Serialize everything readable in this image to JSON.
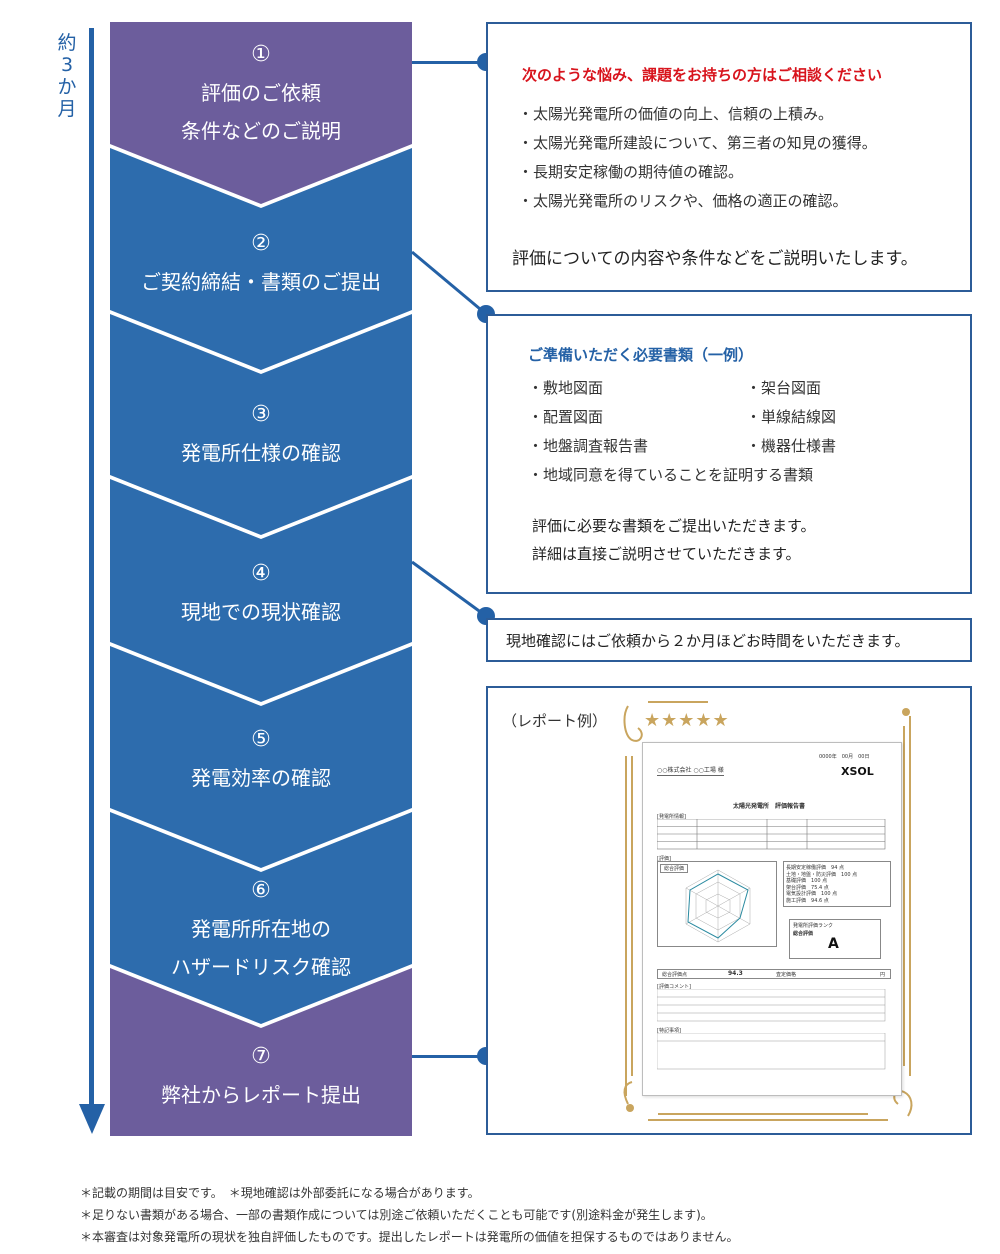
{
  "timeline": {
    "label": "約\n3\nか\n月"
  },
  "colors": {
    "purple": "#6c5d9c",
    "blue": "#2d6cad",
    "accent_blue": "#2461a6",
    "red": "#d8141d",
    "gold": "#c9a55e"
  },
  "steps": [
    {
      "num": "①",
      "lines": [
        "評価のご依頼",
        "条件などのご説明"
      ]
    },
    {
      "num": "②",
      "lines": [
        "ご契約締結・書類のご提出"
      ]
    },
    {
      "num": "③",
      "lines": [
        "発電所仕様の確認"
      ]
    },
    {
      "num": "④",
      "lines": [
        "現地での現状確認"
      ]
    },
    {
      "num": "⑤",
      "lines": [
        "発電効率の確認"
      ]
    },
    {
      "num": "⑥",
      "lines": [
        "発電所所在地の",
        "ハザードリスク確認"
      ]
    },
    {
      "num": "⑦",
      "lines": [
        "弊社からレポート提出"
      ]
    }
  ],
  "consultation": {
    "heading": "次のような悩み、課題をお持ちの方はご相談ください",
    "items": [
      "・太陽光発電所の価値の向上、信頼の上積み。",
      "・太陽光発電所建設について、第三者の知見の獲得。",
      "・長期安定稼働の期待値の確認。",
      "・太陽光発電所のリスクや、価格の適正の確認。"
    ],
    "note": "評価についての内容や条件などをご説明いたします。"
  },
  "documents": {
    "heading": "ご準備いただく必要書類（一例）",
    "items": [
      "・敷地図面",
      "・架台図面",
      "・配置図面",
      "・単線結線図",
      "・地盤調査報告書",
      "・機器仕様書"
    ],
    "wide_item": "・地域同意を得ていることを証明する書類",
    "note1": "評価に必要な書類をご提出いただきます。",
    "note2": "詳細は直接ご説明させていただきます。"
  },
  "site_visit": {
    "note": "現地確認にはご依頼から２か月ほどお時間をいただきます。"
  },
  "report": {
    "label": "（レポート例）",
    "stars": "★★★★★",
    "company": "○○株式会社 ○○工場 様",
    "date": "0000年　00月　00日",
    "logo": "XSOL",
    "doc_title": "太陽光発電所　評価報告書",
    "rank_label": "発電所評価ランク",
    "overall_label": "総合評価",
    "grade": "A",
    "score_label": "総合評価点",
    "score": "94.3",
    "price_label": "査定価格",
    "price_unit": "円",
    "section_basic": "[発電所情報]",
    "section_eval": "[評価]",
    "section_comment": "[評価コメント]",
    "section_special": "[特記事項]",
    "mini_table": [
      [
        "長期安定稼働評価",
        "94",
        "点"
      ],
      [
        "土地・地盤・防災評価",
        "100",
        "点"
      ],
      [
        "基礎評価",
        "100",
        "点"
      ],
      [
        "架台評価",
        "75.4",
        "点"
      ],
      [
        "電気設計評価",
        "100",
        "点"
      ],
      [
        "施工評価",
        "94.6",
        "点"
      ]
    ]
  },
  "footnotes": [
    "＊記載の期間は目安です。　＊現地確認は外部委託になる場合があります。",
    "＊足りない書類がある場合、一部の書類作成については別途ご依頼いただくことも可能です(別途料金が発生します)。",
    "＊本審査は対象発電所の現状を独自評価したものです。提出したレポートは発電所の価値を担保するものではありません。"
  ]
}
